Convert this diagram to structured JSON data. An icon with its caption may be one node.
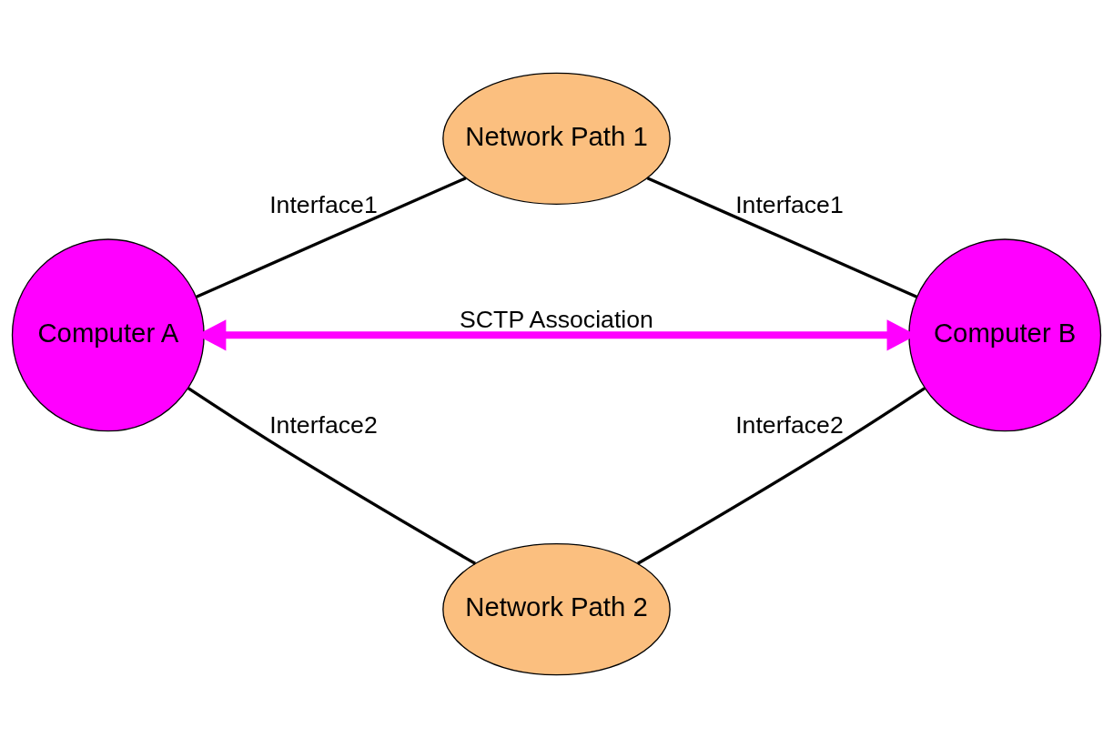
{
  "diagram": {
    "nodes": [
      {
        "text": [
          "Network Path 1"
        ]
      },
      {
        "text": [
          "Computer A"
        ]
      },
      {
        "text": [
          "Computer B"
        ]
      },
      {
        "text": [
          "Network Path 2"
        ]
      }
    ],
    "edges": [
      {
        "from": 1,
        "to": 0,
        "arrow": "none",
        "label": "Interface1"
      },
      {
        "from": 0,
        "to": 2,
        "arrow": "none",
        "label": "Interface1"
      },
      {
        "from": 1,
        "to": 2,
        "arrow": "both",
        "label": "SCTP Association",
        "style": "thick",
        "color": "#ff00ff"
      },
      {
        "from": 1,
        "to": 3,
        "arrow": "none",
        "label": "Interface2"
      },
      {
        "from": 3,
        "to": 2,
        "arrow": "none",
        "label": "Interface2"
      }
    ]
  }
}
